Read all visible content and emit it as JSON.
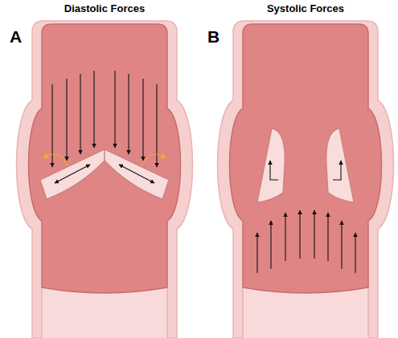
{
  "diagram": {
    "labels": [
      "Diastolic Forces",
      "Systolic Forces",
      "A",
      "B"
    ]
  }
}
